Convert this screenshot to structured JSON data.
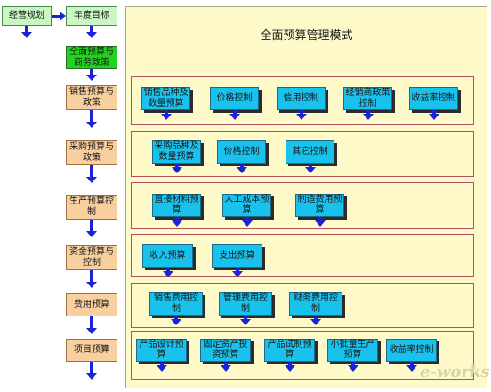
{
  "top": {
    "box1": "经营规划",
    "box2": "年度目标"
  },
  "left": {
    "box_policy": "全面预算与商务政策",
    "sales": "销售预算与政策",
    "purchase": "采购预算与政策",
    "production": "生产预算控制",
    "funds": "资金预算与控制",
    "expense": "费用预算",
    "project": "项目预算"
  },
  "panel": {
    "title": "全面预算管理模式",
    "rows": [
      {
        "items": [
          "销售品种及数量预算",
          "价格控制",
          "信用控制",
          "经销商政策控制",
          "收益率控制"
        ]
      },
      {
        "items": [
          "采购品种及数量预算",
          "价格控制",
          "其它控制"
        ]
      },
      {
        "items": [
          "直接材料预算",
          "人工成本预算",
          "制造费用预算"
        ]
      },
      {
        "items": [
          "收入预算",
          "支出预算"
        ]
      },
      {
        "items": [
          "销售费用控制",
          "管理费用控制",
          "财务费用控制"
        ]
      },
      {
        "items": [
          "产品设计预算",
          "固定资产投资预算",
          "产品试制预算",
          "小批量生产预算",
          "收益率控制"
        ]
      }
    ]
  },
  "watermark": "e-works"
}
